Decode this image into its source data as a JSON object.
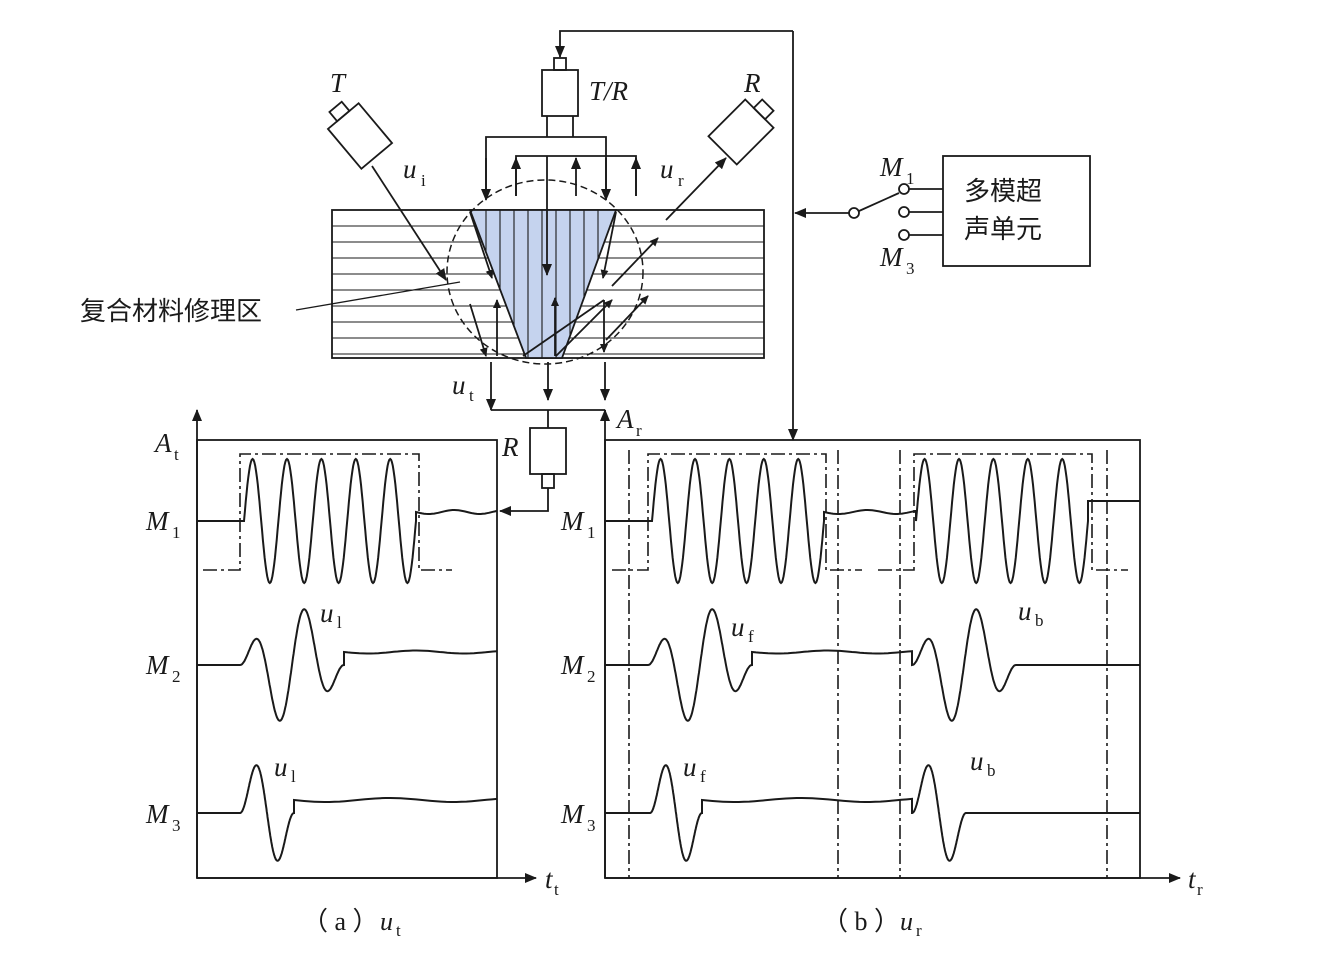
{
  "labels": {
    "transducer_T": "T",
    "transducer_TR": "T/R",
    "transducer_R_top": "R",
    "transducer_R_bottom": "R",
    "wave_ui_main": "u",
    "wave_ui_sub": "i",
    "wave_ur_main": "u",
    "wave_ur_sub": "r",
    "wave_ut_main": "u",
    "wave_ut_sub": "t",
    "repair_zone": "复合材料修理区",
    "multimode_unit_line1": "多模超",
    "multimode_unit_line2": "声单元",
    "mode_M1_main": "M",
    "mode_M1_sub": "1",
    "mode_M3_main": "M",
    "mode_M3_sub": "3"
  },
  "panel_a": {
    "y_axis_main": "A",
    "y_axis_sub": "t",
    "x_axis_main": "t",
    "x_axis_sub": "t",
    "rows": [
      {
        "main": "M",
        "sub": "1"
      },
      {
        "main": "M",
        "sub": "2"
      },
      {
        "main": "M",
        "sub": "3"
      }
    ],
    "wave_label_main": "u",
    "wave_label_sub": "l",
    "wave_label2_main": "u",
    "wave_label2_sub": "l",
    "caption_prefix": "（ a ）",
    "caption_main": "u",
    "caption_sub": "t"
  },
  "panel_b": {
    "y_axis_main": "A",
    "y_axis_sub": "r",
    "x_axis_main": "t",
    "x_axis_sub": "r",
    "rows": [
      {
        "main": "M",
        "sub": "1"
      },
      {
        "main": "M",
        "sub": "2"
      },
      {
        "main": "M",
        "sub": "3"
      }
    ],
    "front_main": "u",
    "front_sub": "f",
    "back_main": "u",
    "back_sub": "b",
    "front2_main": "u",
    "front2_sub": "f",
    "back2_main": "u",
    "back2_sub": "b",
    "caption_prefix": "（ b ）",
    "caption_main": "u",
    "caption_sub": "r"
  },
  "colors": {
    "repair_fill": "#c5d3ee",
    "ink": "#1a1a1a"
  }
}
